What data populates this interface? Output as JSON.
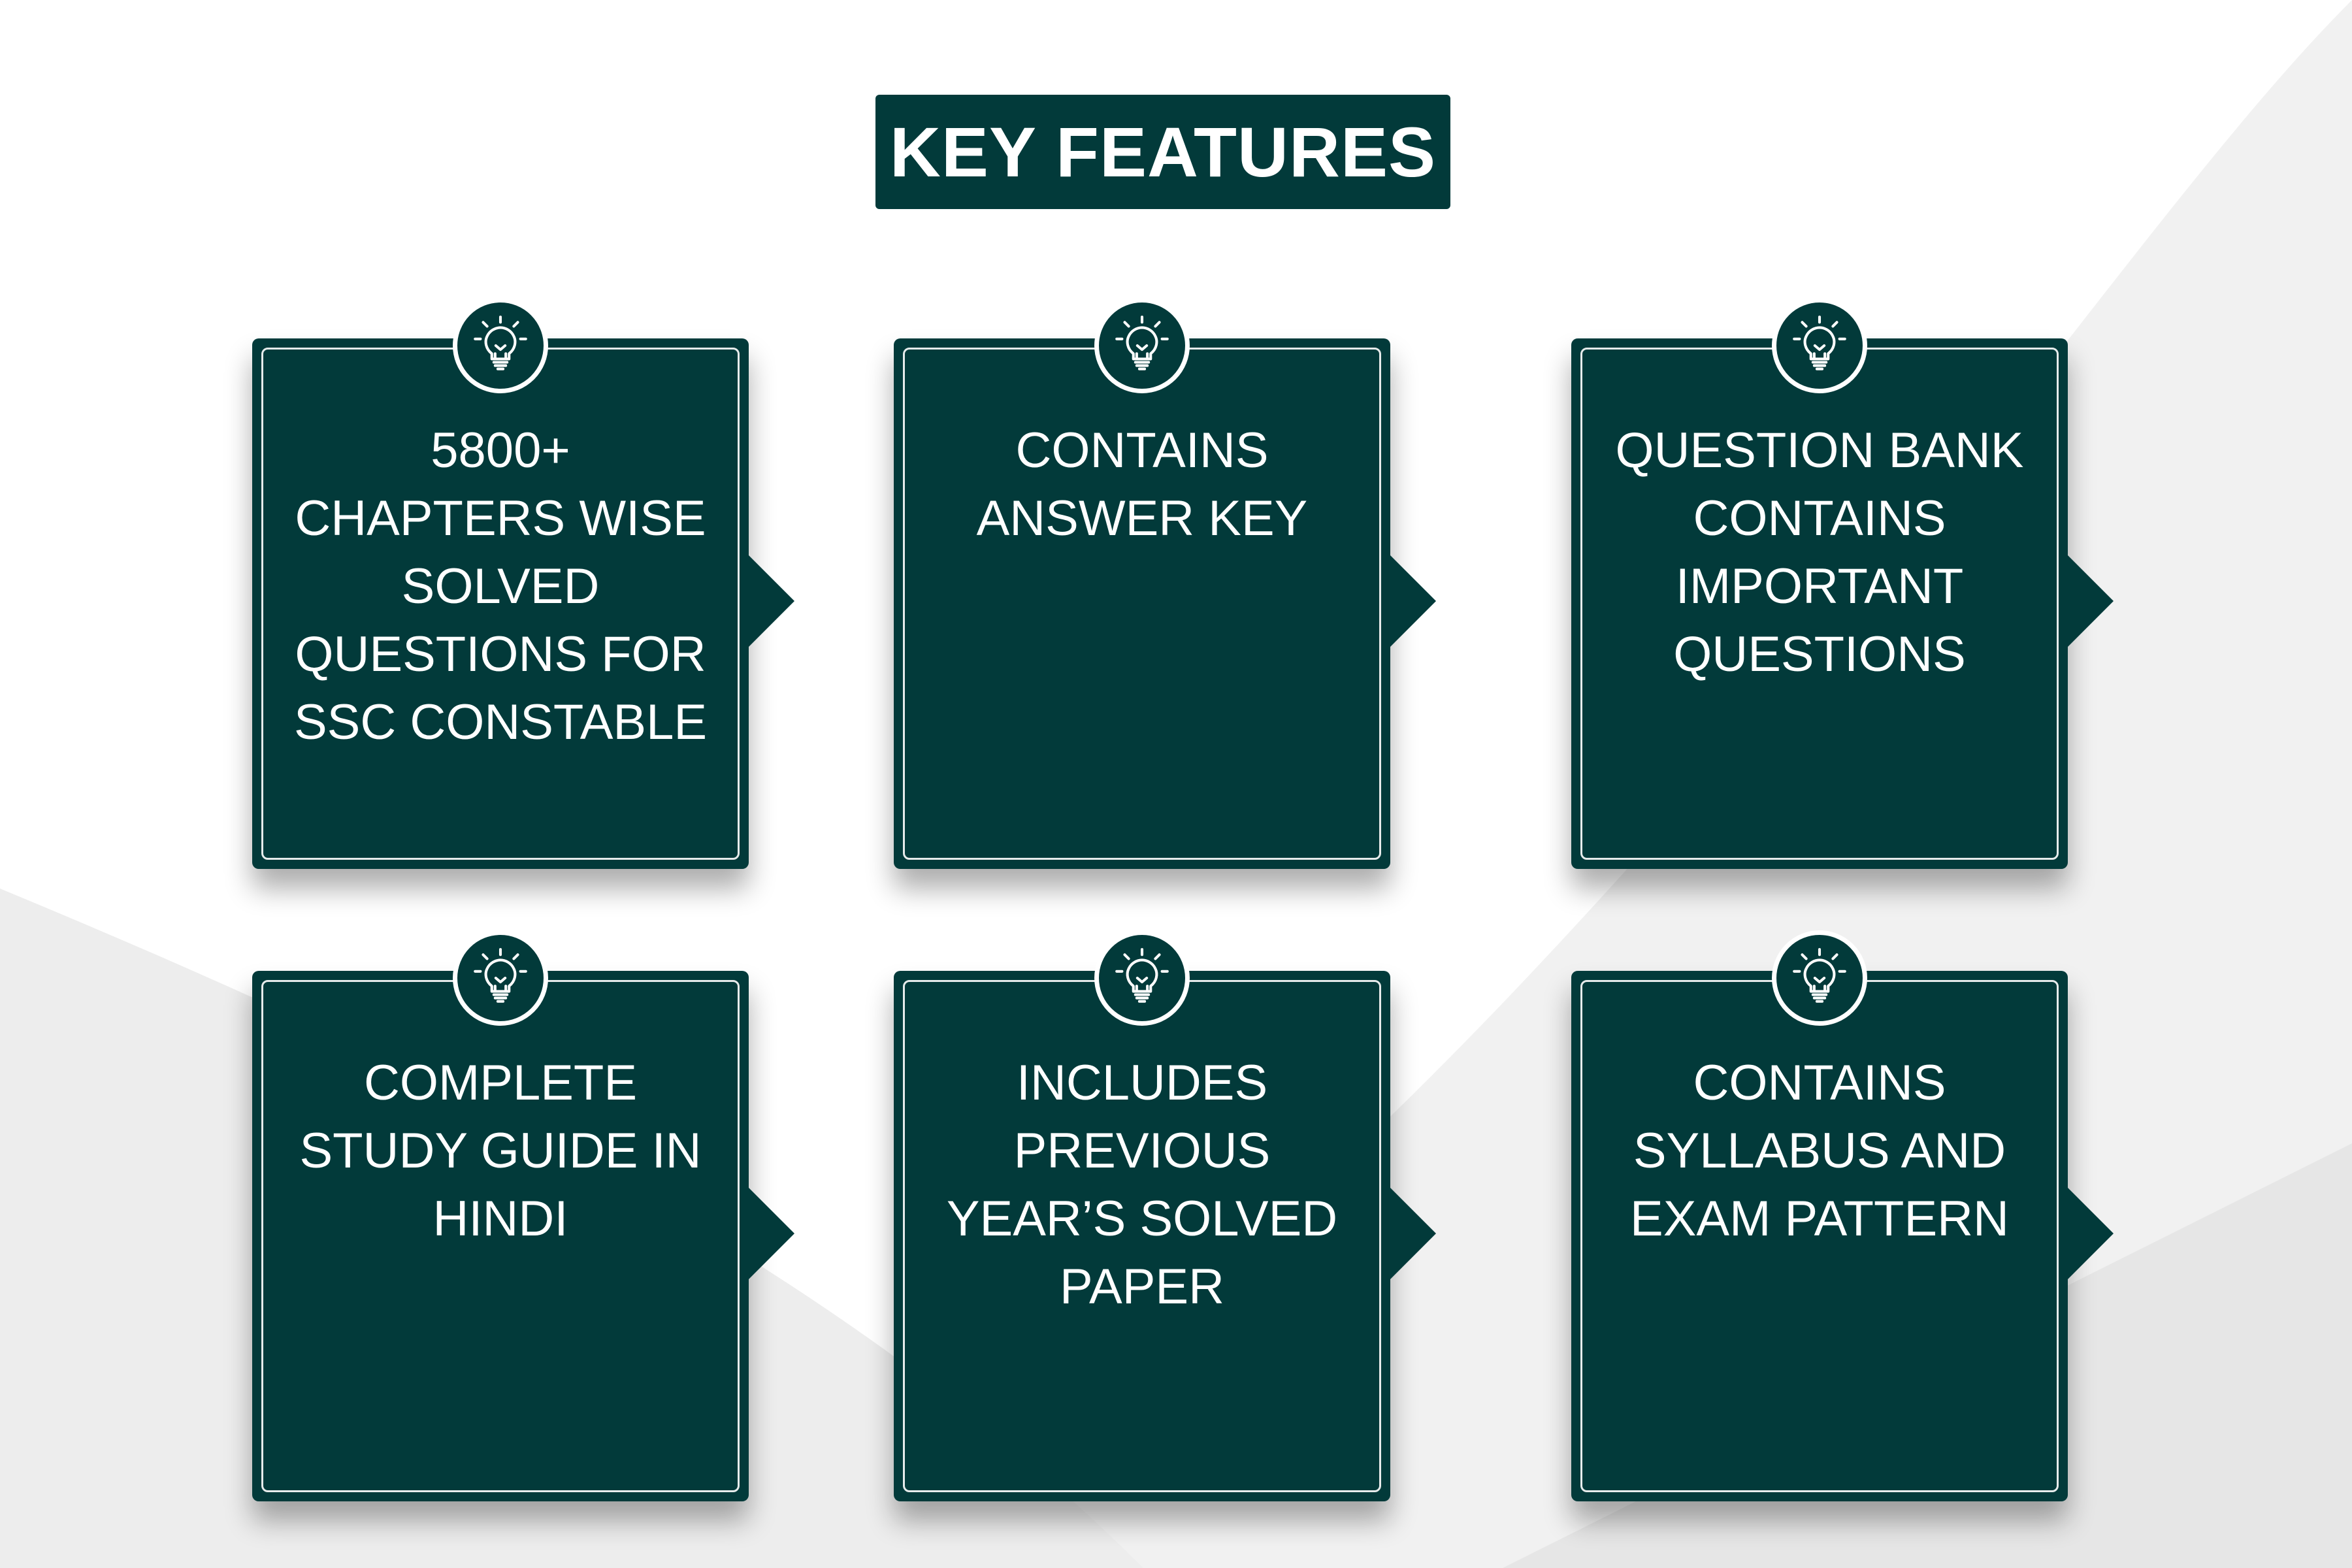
{
  "title": "KEY FEATURES",
  "colors": {
    "card_bg": "#023a3a",
    "text": "#ffffff",
    "background": "#ffffff",
    "background_shade": "#f0f0f0"
  },
  "features": [
    {
      "icon": "lightbulb-icon",
      "lines": [
        "5800+",
        "CHAPTERS WISE",
        "SOLVED",
        "QUESTIONS FOR",
        "SSC CONSTABLE"
      ]
    },
    {
      "icon": "lightbulb-icon",
      "lines": [
        "CONTAINS",
        "ANSWER KEY"
      ]
    },
    {
      "icon": "lightbulb-icon",
      "lines": [
        "QUESTION BANK",
        "CONTAINS",
        "IMPORTANT",
        "QUESTIONS"
      ]
    },
    {
      "icon": "lightbulb-icon",
      "lines": [
        "COMPLETE",
        "STUDY GUIDE IN",
        "HINDI"
      ]
    },
    {
      "icon": "lightbulb-icon",
      "lines": [
        "INCLUDES",
        "PREVIOUS",
        "YEAR’S SOLVED",
        "PAPER"
      ]
    },
    {
      "icon": "lightbulb-icon",
      "lines": [
        "CONTAINS",
        "SYLLABUS AND",
        "EXAM PATTERN"
      ]
    }
  ]
}
